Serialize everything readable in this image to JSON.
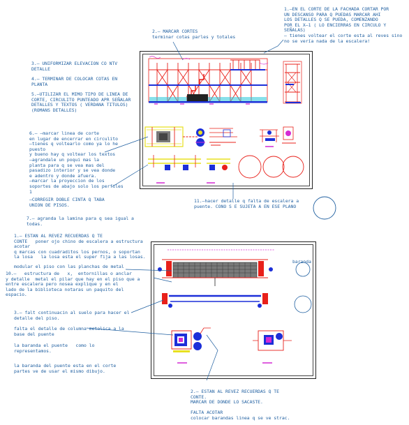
{
  "notes": {
    "n1": "1.–EN EL CORTE DE LA FACHADA CORTAR POR\nUN DESCANSO PARA Q PUEDAS MARCAR AHI\nLOS DETALLES Q SE PUEDA, COMENZANDO\nPOR EL X–1 ( LO ENCIERRAS EN CIRCULO Y\nSEÑALAS)\n– tienes voltear el corte esta al reves sino\nno se vería nada de la escalera!",
    "n2": "2.– MARCAR CORTES\nterminar cotas parles y totales",
    "n3": "3.– UNIFORMIZAR ELEVACION CO NTV\nDETALLE",
    "n4": "4.– TERMINAR DE COLOCAR COTAS EN\nPLANTA",
    "n5": "5.–UTILIZAR EL MIMO TIPO DE LINEA DE\nCORTE, CIRCULITO PUNTEADO APR SEÑALAR\nDETALLES Y TEXTOS ( VERDANA TITULOS)\n(ROMANS DETALLES)",
    "n6": "6.– –marcar linea de corte\nen lugar de encerrar en circulito\n–tienes q voltearlo como ya lo he\npuesto\ny bueno hay q voltear los textos\n–agrandale un poqui mas la\nplanta para q se vea mas del\npasadizo interior y se vea donde\ne adentro y donde afuera.\n–marcar la proyeccion de los\nsoportes de abajo solo los perfiles\n1",
    "n6b": "–CORREGIR DOBLE CINTA Q TABA\nUNION DE PISOS.",
    "n7": "7.– agranda la lamina para q sea igual a\ntodas.",
    "n11": "11.–hacer detalle q falta de escalera a\npuente. CONO S E SUJETA A EN ESE PLANO",
    "b1": "1.– ESTAN AL REVEZ RECUERDAS Q TE\nCONTE   poner ojo chino de escalera a estructura\nacotar\nq marcas con cuadraditos los pernos, o soportan\nla losa   la losa esta el super fija a las losas.",
    "b2": "modular el piso con las planchas de metal",
    "b3": "10.–   estructura de   x,  entornillas o anclar\ny detalle  metal el pilar que hay en el piso que a\nentre escalera pero nosea explique y en el\nlado de la biblioteca notaras un paquito del\nespacio.",
    "b4": "3.– falt continuacin al suelo para hacer el\ndetalle del piso.",
    "b5": "falta el detalle de columna metalica a la\nbase del puente",
    "b6": "la baranda el puente   como lo\nrepresentamos.",
    "b7": "la baranda del puente esta en el corte\npartes ve de usar el mismo dibujo.",
    "bottom": "2.– ESTAN AL REVEZ RECUERDAS Q TE\nCONTE.\nMARCAR DE DONDE LO SACASTE.\n\nFALTA ACOTAR\ncolocar barandas linea q se ve strac.",
    "baranda": "baranda"
  },
  "colors": {
    "note": "#1f5fa0",
    "red": "#e8201a",
    "blue": "#1c2fd8",
    "yellow": "#e8e020",
    "magenta": "#d42ad4",
    "cyan": "#26c6d8",
    "green": "#2aa02a"
  }
}
